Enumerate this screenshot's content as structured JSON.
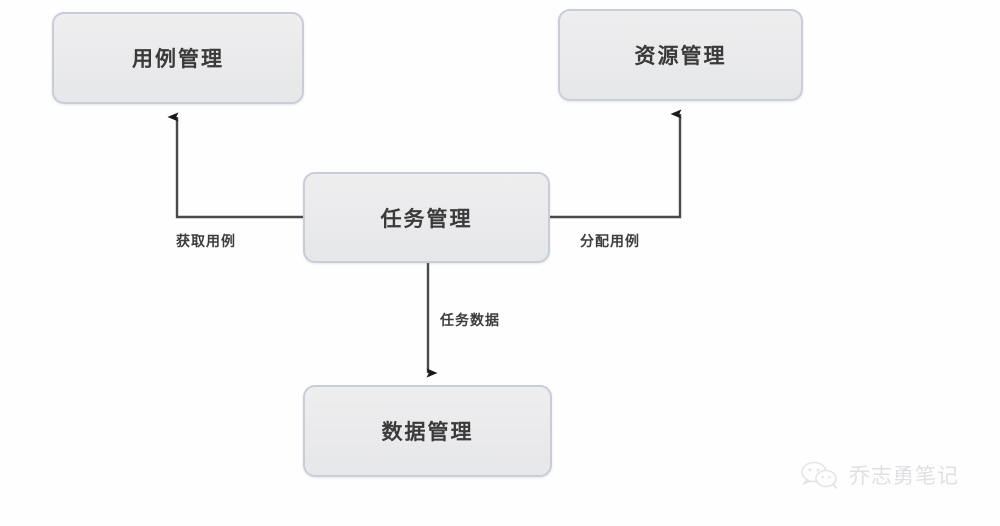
{
  "diagram": {
    "type": "flowchart",
    "title": "",
    "nodes": [
      {
        "id": "usecase",
        "label": "用例管理"
      },
      {
        "id": "resource",
        "label": "资源管理"
      },
      {
        "id": "task",
        "label": "任务管理"
      },
      {
        "id": "data",
        "label": "数据管理"
      }
    ],
    "edges": [
      {
        "id": "task-to-usecase",
        "from": "task",
        "to": "usecase",
        "label": "获取用例",
        "style": "elbow",
        "arrow": "up"
      },
      {
        "id": "task-to-resource",
        "from": "task",
        "to": "resource",
        "label": "分配用例",
        "style": "elbow",
        "arrow": "up"
      },
      {
        "id": "task-to-data",
        "from": "task",
        "to": "data",
        "label": "任务数据",
        "style": "straight",
        "arrow": "down"
      }
    ],
    "colors": {
      "node_fill": "#eaeaec",
      "node_border": "#c9cdd9",
      "node_text": "#3a3a3a",
      "edge_line": "#4a4a4a",
      "background": "#fefefe"
    }
  },
  "watermark": {
    "icon": "wechat-icon",
    "text": "乔志勇笔记"
  },
  "artifact": {
    "bottom_text": ""
  }
}
